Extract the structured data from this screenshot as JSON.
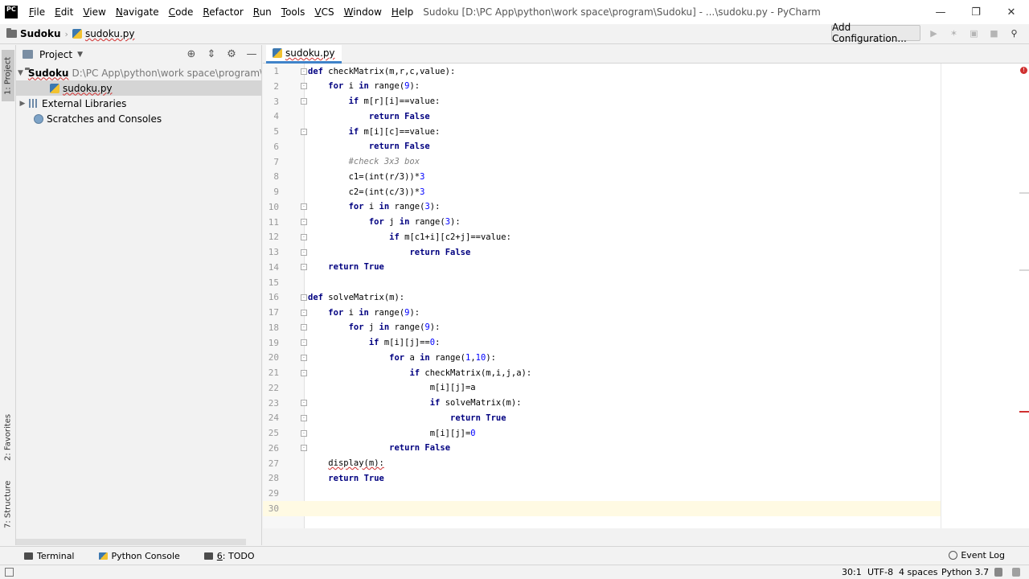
{
  "window": {
    "title": "Sudoku [D:\\PC App\\python\\work space\\program\\Sudoku] - ...\\sudoku.py - PyCharm",
    "app_logo": "PC",
    "controls": [
      "minimize-icon",
      "restore-icon",
      "close-icon"
    ]
  },
  "menu": [
    {
      "mn": "F",
      "rest": "ile"
    },
    {
      "mn": "E",
      "rest": "dit"
    },
    {
      "mn": "V",
      "rest": "iew"
    },
    {
      "mn": "N",
      "rest": "avigate"
    },
    {
      "mn": "C",
      "rest": "ode"
    },
    {
      "mn": "R",
      "rest": "efactor"
    },
    {
      "mn": "R",
      "rest": "un"
    },
    {
      "mn": "T",
      "rest": "ools"
    },
    {
      "mn": "V",
      "rest": "CS"
    },
    {
      "mn": "W",
      "rest": "indow"
    },
    {
      "mn": "H",
      "rest": "elp"
    }
  ],
  "navbar": {
    "project": "Sudoku",
    "file": "sudoku.py",
    "add_config": "Add Configuration..."
  },
  "left_strip": {
    "project_tab": "1: Project",
    "favorites_tab": "2: Favorites",
    "structure_tab": "7: Structure"
  },
  "project_panel": {
    "title": "Project",
    "tree": {
      "root_name": "Sudoku",
      "root_path": "D:\\PC App\\python\\work space\\program\\Sudoku",
      "file": "sudoku.py",
      "external": "External Libraries",
      "scratches": "Scratches and Consoles"
    }
  },
  "editor": {
    "tab": "sudoku.py",
    "current_line": 30,
    "lines": [
      "def checkMatrix(m,r,c,value):",
      "    for i in range(9):",
      "        if m[r][i]==value:",
      "            return False",
      "        if m[i][c]==value:",
      "            return False",
      "        #check 3x3 box",
      "        c1=(int(r/3))*3",
      "        c2=(int(c/3))*3",
      "        for i in range(3):",
      "            for j in range(3):",
      "                if m[c1+i][c2+j]==value:",
      "                    return False",
      "    return True",
      "",
      "def solveMatrix(m):",
      "    for i in range(9):",
      "        for j in range(9):",
      "            if m[i][j]==0:",
      "                for a in range(1,10):",
      "                    if checkMatrix(m,i,j,a):",
      "                        m[i][j]=a",
      "                        if solveMatrix(m):",
      "                            return True",
      "                        m[i][j]=0",
      "                return False",
      "    display(m):",
      "    return True",
      "",
      ""
    ],
    "folds": [
      1,
      2,
      3,
      5,
      10,
      11,
      12,
      13,
      14,
      16,
      17,
      18,
      19,
      20,
      21,
      23,
      24,
      25,
      26
    ],
    "error_marker": "!"
  },
  "bottom_tools": {
    "terminal": "Terminal",
    "python_console": "Python Console",
    "todo_num": "6",
    "todo_rest": ": TODO",
    "event_log": "Event Log"
  },
  "status": {
    "position": "30:1",
    "encoding": "UTF-8",
    "indent": "4 spaces",
    "interpreter": "Python 3.7"
  },
  "colors": {
    "keyword": "#000080",
    "comment": "#808080",
    "number": "#0000ff",
    "accent": "#4083c9",
    "error": "#d03030",
    "current_line": "#fffae3"
  }
}
